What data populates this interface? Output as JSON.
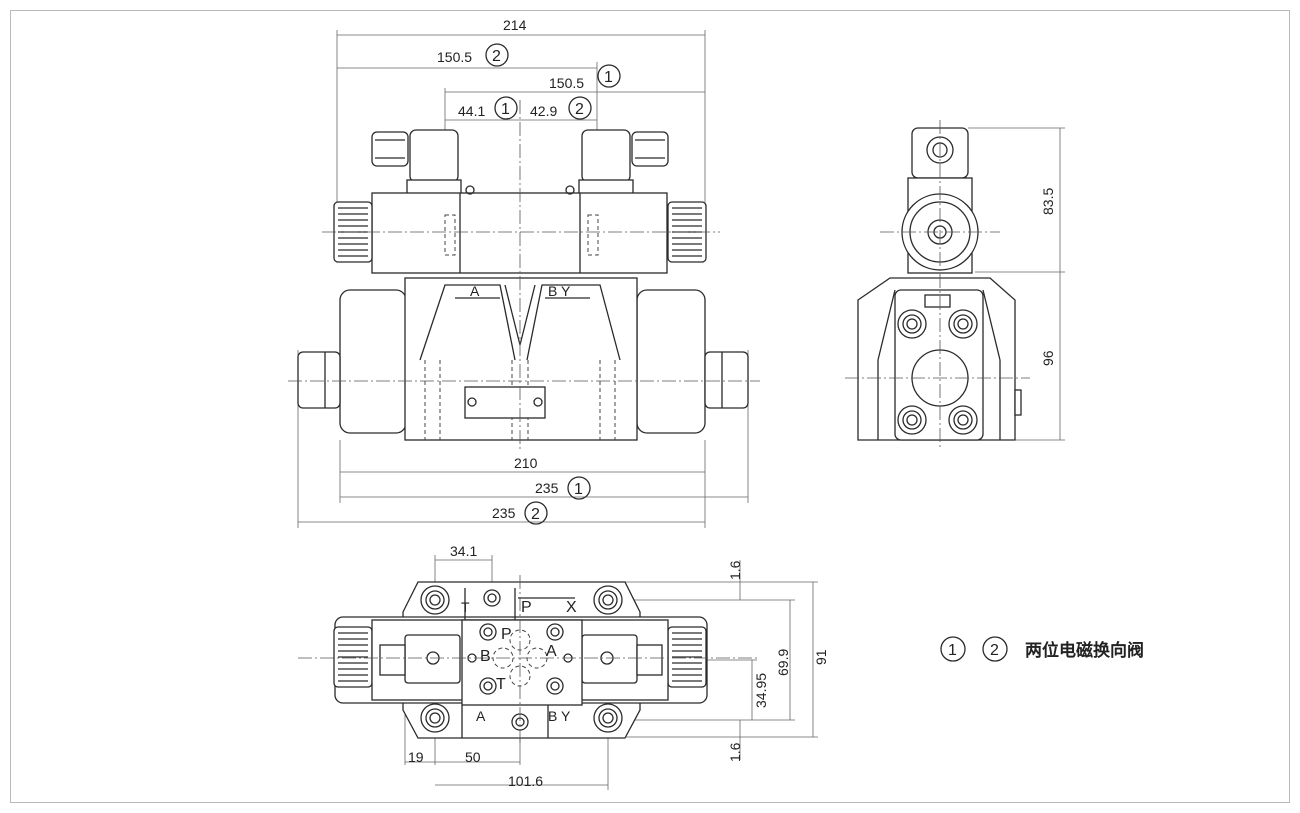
{
  "front_view": {
    "dims": {
      "overall": "214",
      "d150_2": "150.5",
      "d150_1": "150.5",
      "d44": "44.1",
      "d42": "42.9",
      "d210": "210",
      "d235_1": "235",
      "d235_2": "235"
    },
    "ports": {
      "a": "A",
      "by": "B Y"
    }
  },
  "side_view": {
    "dims": {
      "d83": "83.5",
      "d96": "96"
    }
  },
  "bottom_view": {
    "dims": {
      "d34": "34.1",
      "d16a": "1.6",
      "d699": "69.9",
      "d91": "91",
      "d3495": "34.95",
      "d16b": "1.6",
      "d19": "19",
      "d50": "50",
      "d1016": "101.6"
    },
    "ports": {
      "t_top": "T",
      "p_top": "P",
      "x": "X",
      "p": "P",
      "b": "B",
      "a": "A",
      "t": "T",
      "a_bot": "A",
      "by_bot": "B Y"
    }
  },
  "markers": {
    "one": "1",
    "two": "2"
  },
  "legend": {
    "one": "1",
    "two": "2",
    "text": "两位电磁换向阀"
  }
}
